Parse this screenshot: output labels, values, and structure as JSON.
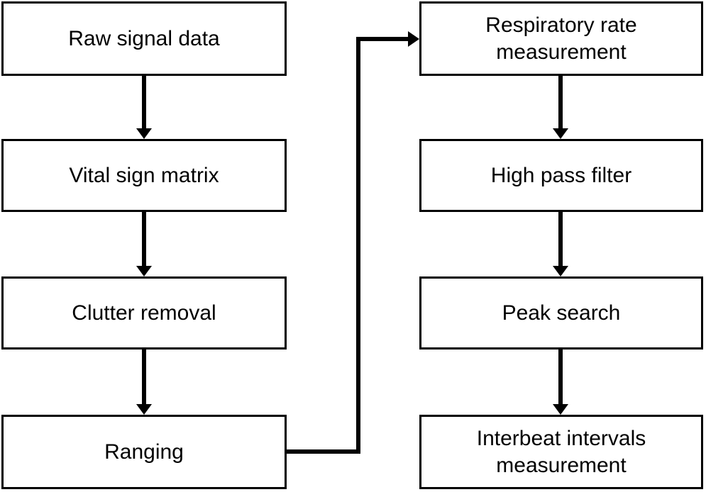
{
  "nodes": [
    {
      "id": "raw-signal-data",
      "label": "Raw signal data",
      "column": "left"
    },
    {
      "id": "vital-sign-matrix",
      "label": "Vital sign matrix",
      "column": "left"
    },
    {
      "id": "clutter-removal",
      "label": "Clutter removal",
      "column": "left"
    },
    {
      "id": "ranging",
      "label": "Ranging",
      "column": "left"
    },
    {
      "id": "respiratory-rate-measurement",
      "label": "Respiratory rate measurement",
      "column": "right"
    },
    {
      "id": "high-pass-filter",
      "label": "High pass filter",
      "column": "right"
    },
    {
      "id": "peak-search",
      "label": "Peak search",
      "column": "right"
    },
    {
      "id": "interbeat-intervals-measurement",
      "label": "Interbeat intervals measurement",
      "column": "right"
    }
  ],
  "edges": [
    {
      "from": "raw-signal-data",
      "to": "vital-sign-matrix"
    },
    {
      "from": "vital-sign-matrix",
      "to": "clutter-removal"
    },
    {
      "from": "clutter-removal",
      "to": "ranging"
    },
    {
      "from": "ranging",
      "to": "respiratory-rate-measurement"
    },
    {
      "from": "respiratory-rate-measurement",
      "to": "high-pass-filter"
    },
    {
      "from": "high-pass-filter",
      "to": "peak-search"
    },
    {
      "from": "peak-search",
      "to": "interbeat-intervals-measurement"
    }
  ],
  "colors": {
    "background": "#ffffff",
    "box_fill": "#ffffff",
    "line": "#000000",
    "text": "#000000"
  }
}
